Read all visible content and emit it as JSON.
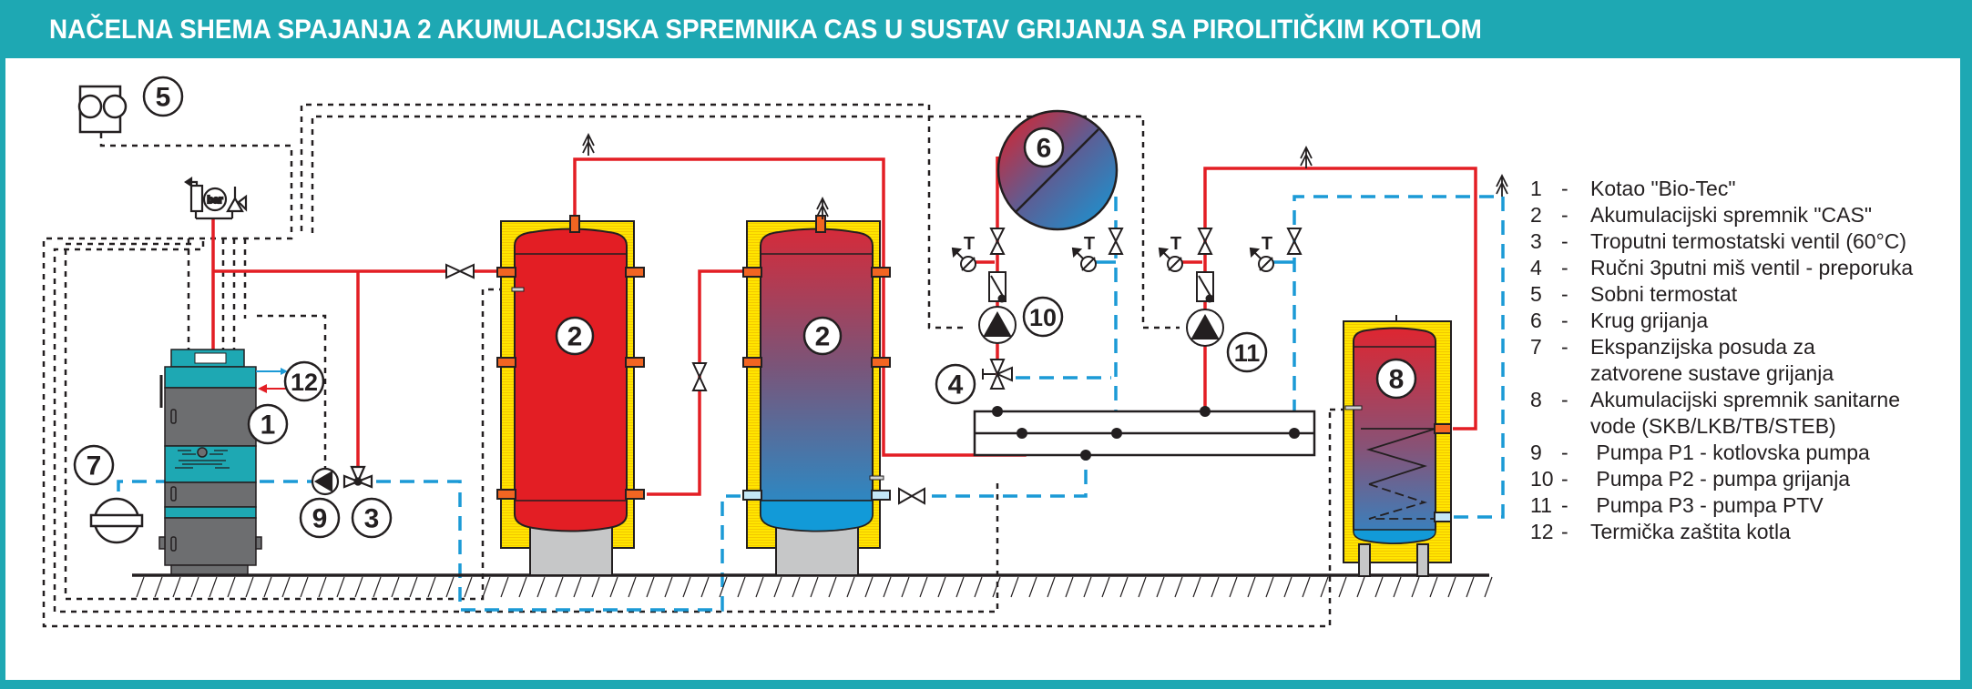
{
  "title": "NAČELNA SHEMA SPAJANJA 2 AKUMULACIJSKA SPREMNIKA CAS U SUSTAV GRIJANJA SA PIROLITIČKIM KOTLOM",
  "colors": {
    "frame": "#1ea8b3",
    "supply_pipe": "#e31e24",
    "return_pipe": "#1b9ad6",
    "signal_wire": "#231f20",
    "insulation": "#ffe500",
    "boiler_body": "#6d6e70",
    "boiler_accent": "#1ea8b3"
  },
  "diagram": {
    "markers": {
      "boiler": "1",
      "tank_a": "2",
      "tank_b": "2",
      "three_way_valve": "3",
      "manual_mixing_valve": "4",
      "room_thermostat": "5",
      "heating_circuit": "6",
      "expansion_vessel": "7",
      "dhw_tank": "8",
      "pump_p1": "9",
      "pump_p2": "10",
      "pump_p3": "11",
      "thermal_protection": "12"
    },
    "gauge_labels": {
      "pressure": "bar",
      "temperature": "T"
    },
    "icons": [
      "room-thermostat-icon",
      "safety-group-icon",
      "pressure-gauge-icon",
      "air-vent-icon",
      "ball-valve-icon",
      "pump-icon",
      "check-valve-icon",
      "thermometer-icon",
      "expansion-vessel-icon",
      "mixing-valve-icon"
    ]
  },
  "legend": {
    "items": [
      {
        "num": "1",
        "dash": "-",
        "text": "Kotao \"Bio-Tec\""
      },
      {
        "num": "2",
        "dash": "-",
        "text": "Akumulacijski spremnik \"CAS\""
      },
      {
        "num": "3",
        "dash": "-",
        "text": "Troputni termostatski ventil (60°C)"
      },
      {
        "num": "4",
        "dash": "-",
        "text": "Ručni 3putni miš ventil - preporuka"
      },
      {
        "num": "5",
        "dash": "-",
        "text": "Sobni termostat"
      },
      {
        "num": "6",
        "dash": "-",
        "text": "Krug grijanja"
      },
      {
        "num": "7",
        "dash": "-",
        "text": "Ekspanzijska posuda za",
        "cont": "zatvorene sustave grijanja"
      },
      {
        "num": "8",
        "dash": "-",
        "text": "Akumulacijski spremnik sanitarne",
        "cont": "vode (SKB/LKB/TB/STEB)"
      },
      {
        "num": "9",
        "dash": "-",
        "text": " Pumpa P1 - kotlovska pumpa"
      },
      {
        "num": "10",
        "dash": "-",
        "text": " Pumpa P2 - pumpa grijanja"
      },
      {
        "num": "11",
        "dash": "-",
        "text": " Pumpa P3 - pumpa PTV"
      },
      {
        "num": "12",
        "dash": "-",
        "text": "Termička zaštita kotla"
      }
    ]
  }
}
